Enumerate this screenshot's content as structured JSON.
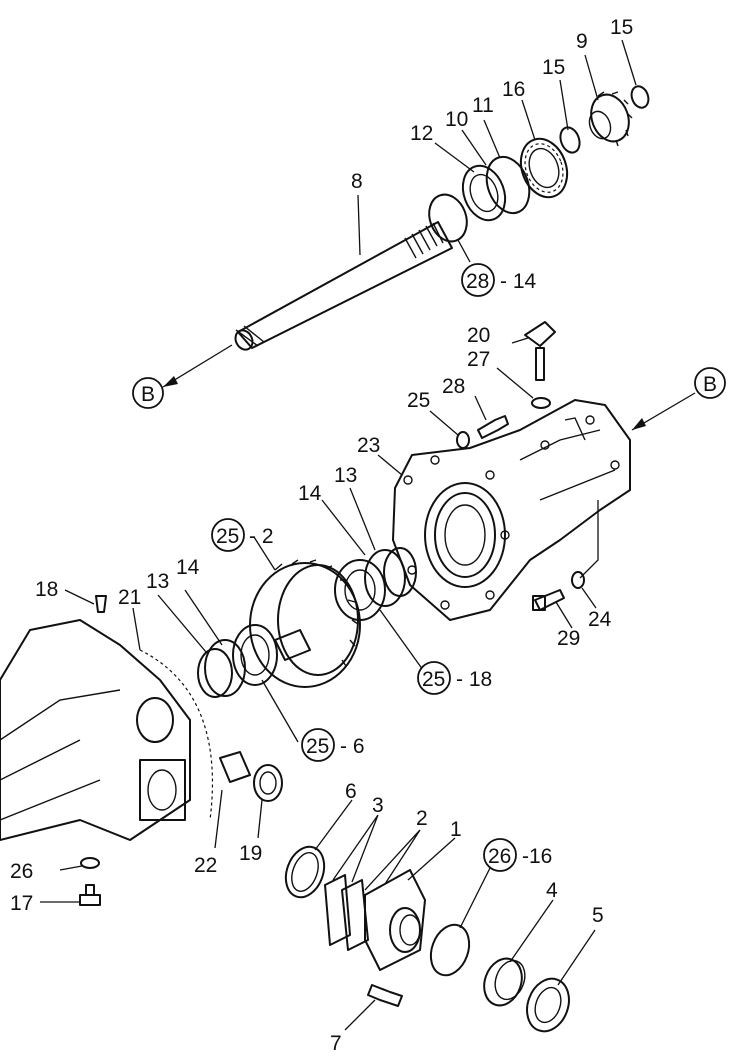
{
  "callouts": {
    "c1": "1",
    "c2": "2",
    "c3": "3",
    "c4": "4",
    "c5": "5",
    "c6": "6",
    "c7": "7",
    "c8": "8",
    "c9": "9",
    "c10": "10",
    "c11": "11",
    "c12": "12",
    "c13a": "13",
    "c13b": "13",
    "c14a": "14",
    "c14b": "14",
    "c15a": "15",
    "c15b": "15",
    "c16": "16",
    "c17": "17",
    "c18": "18",
    "c19": "19",
    "c20": "20",
    "c21": "21",
    "c22": "22",
    "c23": "23",
    "c24": "24",
    "c25": "25",
    "c26": "26",
    "c27": "27",
    "c28": "28",
    "c29": "29"
  },
  "ref_groups": {
    "r28_14": {
      "circle": "28",
      "suffix": "- 14"
    },
    "r25_2": {
      "circle": "25",
      "suffix": "- 2"
    },
    "r25_18": {
      "circle": "25",
      "suffix": "- 18"
    },
    "r25_6": {
      "circle": "25",
      "suffix": "- 6"
    },
    "r26_16": {
      "circle": "26",
      "suffix": "-16"
    }
  },
  "markers": {
    "b_left": "B",
    "b_right": "B"
  }
}
